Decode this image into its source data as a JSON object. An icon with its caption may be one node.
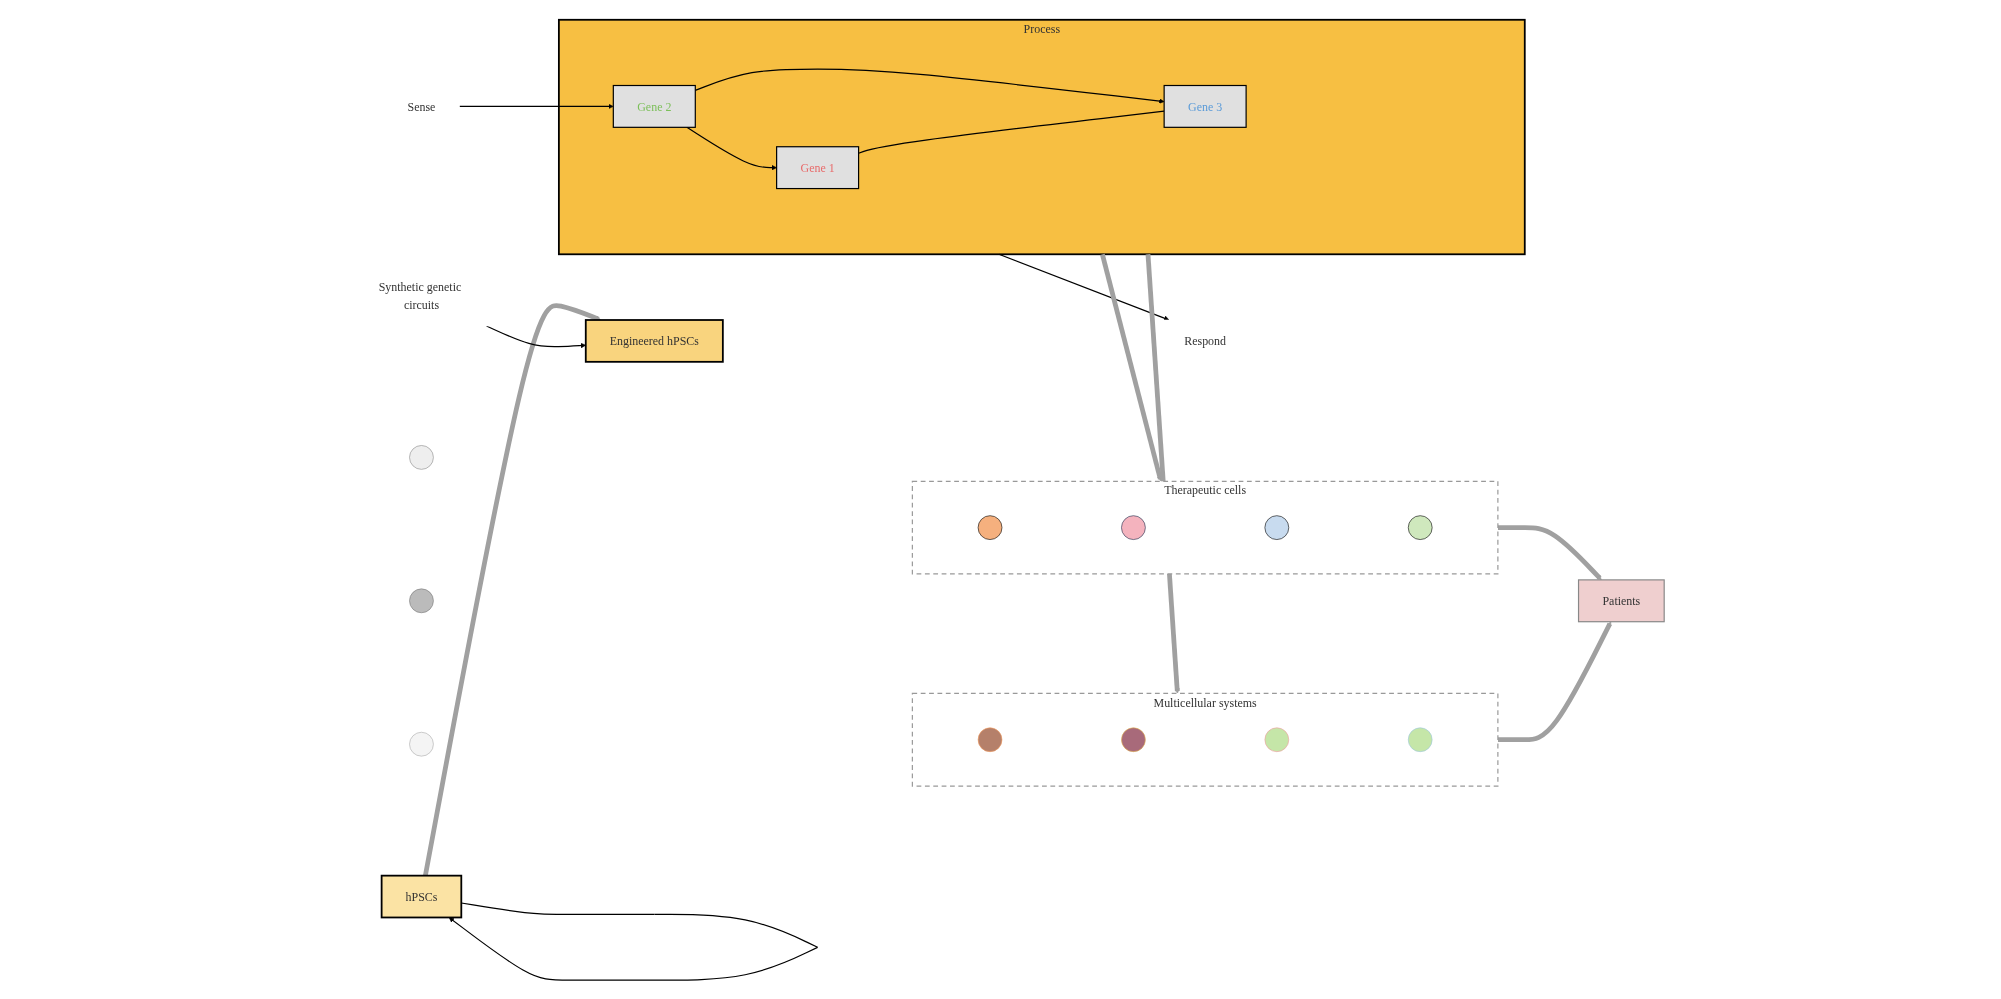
{
  "diagram": {
    "nodes": [
      {
        "text": [
          "hPSCs"
        ]
      },
      {
        "text": [
          "Synthetic genetic circuits"
        ]
      },
      {
        "text": [
          "Engineered hPSCs"
        ]
      },
      {
        "text": [
          "Sense"
        ]
      },
      {
        "text": [
          "Process"
        ]
      },
      {
        "text": [
          "Gene 1"
        ],
        "in": 4
      },
      {
        "text": [
          "Gene 2"
        ],
        "in": 4
      },
      {
        "text": [
          "Gene 3"
        ],
        "in": 4
      },
      {
        "text": [
          "Respond"
        ]
      },
      {
        "text": [
          "Therapeutic cells"
        ]
      },
      {
        "text": [],
        "shape": "circle",
        "in": 9
      },
      {
        "text": [],
        "shape": "circle",
        "in": 9
      },
      {
        "text": [],
        "shape": "circle",
        "in": 9
      },
      {
        "text": [],
        "shape": "circle",
        "in": 9
      },
      {
        "text": [
          "Multicellular systems"
        ]
      },
      {
        "text": [],
        "shape": "circle",
        "in": 14
      },
      {
        "text": [],
        "shape": "circle",
        "in": 14
      },
      {
        "text": [],
        "shape": "circle",
        "in": 14
      },
      {
        "text": [],
        "shape": "circle",
        "in": 14
      },
      {
        "text": [
          "Patients"
        ]
      },
      {
        "text": [],
        "shape": "circle"
      },
      {
        "text": [],
        "shape": "circle"
      },
      {
        "text": [],
        "shape": "circle"
      }
    ],
    "edges": [
      {
        "from": 0,
        "to": 0,
        "arrow": "to"
      },
      {
        "from": 0,
        "to": 2,
        "arrow": "to",
        "style": "thick",
        "color": "#a0a0a0"
      },
      {
        "from": 1,
        "to": 2,
        "arrow": "to"
      },
      {
        "from": 3,
        "to": 6,
        "arrow": "to"
      },
      {
        "from": 6,
        "to": 5,
        "arrow": "to"
      },
      {
        "from": 6,
        "to": 7,
        "arrow": "to"
      },
      {
        "from": 5,
        "to": 7,
        "arrow": "none"
      },
      {
        "from": 4,
        "to": 8,
        "arrow": "to"
      },
      {
        "from": 4,
        "to": 9,
        "arrow": "to",
        "style": "thick",
        "color": "#a0a0a0"
      },
      {
        "from": 4,
        "to": 14,
        "arrow": "to",
        "style": "thick",
        "color": "#a0a0a0"
      },
      {
        "from": 9,
        "to": 19,
        "arrow": "to",
        "style": "thick",
        "color": "#a0a0a0"
      },
      {
        "from": 14,
        "to": 19,
        "arrow": "to",
        "style": "thick",
        "color": "#a0a0a0"
      }
    ]
  }
}
